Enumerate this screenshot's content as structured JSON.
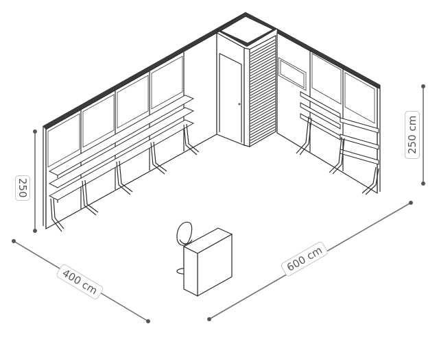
{
  "dimensions": {
    "width_left": "400 cm",
    "width_right": "600 cm",
    "height_right": "250 cm",
    "height_left": "250"
  },
  "colors": {
    "line": "#2a2a2a",
    "dimension": "#707070",
    "label_border": "#c4c4c4",
    "label_text": "#555555"
  }
}
